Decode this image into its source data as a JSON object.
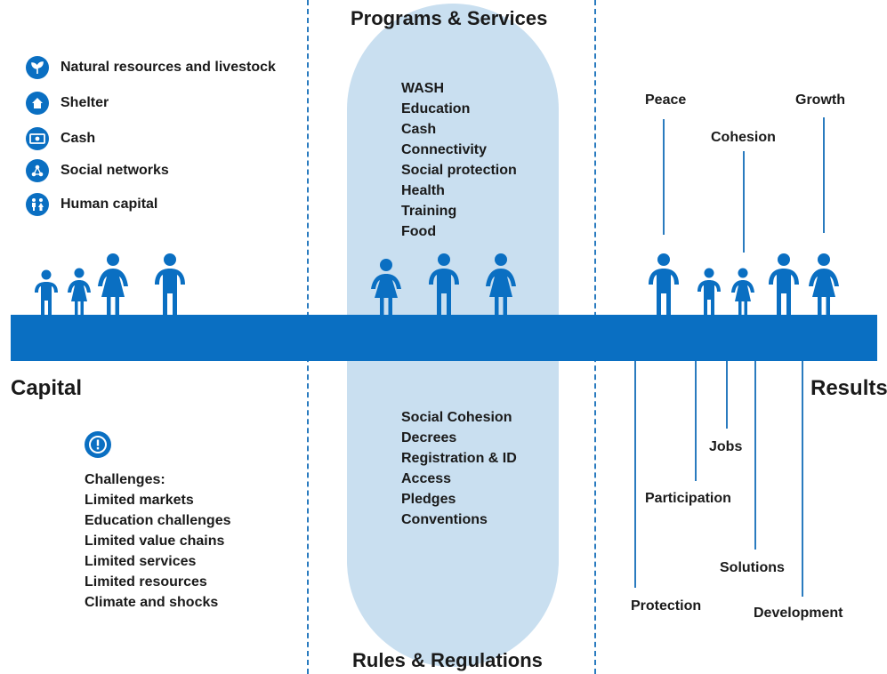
{
  "titles": {
    "programs": "Programs & Services",
    "rules": "Rules & Regulations"
  },
  "sides": {
    "capital": "Capital",
    "results": "Results"
  },
  "capital_items": [
    {
      "icon": "sprout-icon",
      "label": "Natural resources and livestock"
    },
    {
      "icon": "house-icon",
      "label": "Shelter"
    },
    {
      "icon": "cash-icon",
      "label": "Cash"
    },
    {
      "icon": "network-icon",
      "label": "Social networks"
    },
    {
      "icon": "family-icon",
      "label": "Human capital"
    }
  ],
  "programs": [
    "WASH",
    "Education",
    "Cash",
    "Connectivity",
    "Social protection",
    "Health",
    "Training",
    "Food"
  ],
  "rules": [
    "Social Cohesion",
    "Decrees",
    "Registration & ID",
    "Access",
    "Pledges",
    "Conventions"
  ],
  "challenges": {
    "icon": "alert-icon",
    "items": [
      "Challenges:",
      "Limited markets",
      "Education challenges",
      "Limited value chains",
      "Limited services",
      "Limited resources",
      "Climate and shocks"
    ]
  },
  "results_top": [
    "Peace",
    "Cohesion",
    "Growth"
  ],
  "results_bottom": [
    "Jobs",
    "Participation",
    "Solutions",
    "Protection",
    "Development"
  ],
  "colors": {
    "accent": "#0a6fc2",
    "pill": "#c9dff0",
    "line": "#2a7bbf"
  }
}
